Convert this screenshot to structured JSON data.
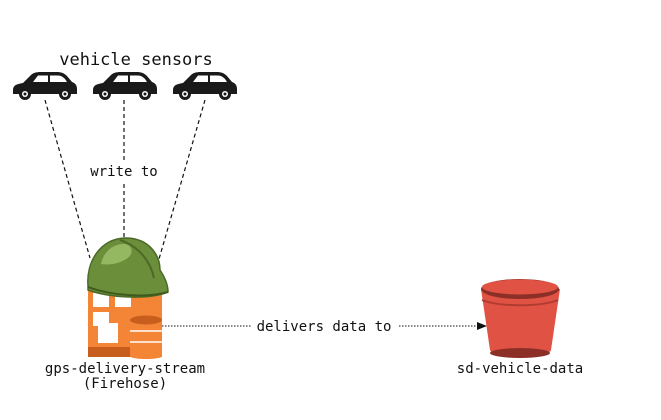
{
  "sensors": {
    "title": "vehicle sensors",
    "car_icons": [
      "car-icon",
      "car-icon",
      "car-icon"
    ]
  },
  "edges": {
    "write_label": "write to",
    "deliver_label": "delivers data to"
  },
  "firehose": {
    "name": "gps-delivery-stream",
    "type": "(Firehose)",
    "icon": "firehose-icon",
    "helmet_icon": "hard-hat-icon",
    "colors": {
      "body": "#f58536",
      "helmet": "#6b8e3a"
    }
  },
  "bucket": {
    "name": "sd-vehicle-data",
    "icon": "s3-bucket-icon",
    "color": "#e05243"
  }
}
